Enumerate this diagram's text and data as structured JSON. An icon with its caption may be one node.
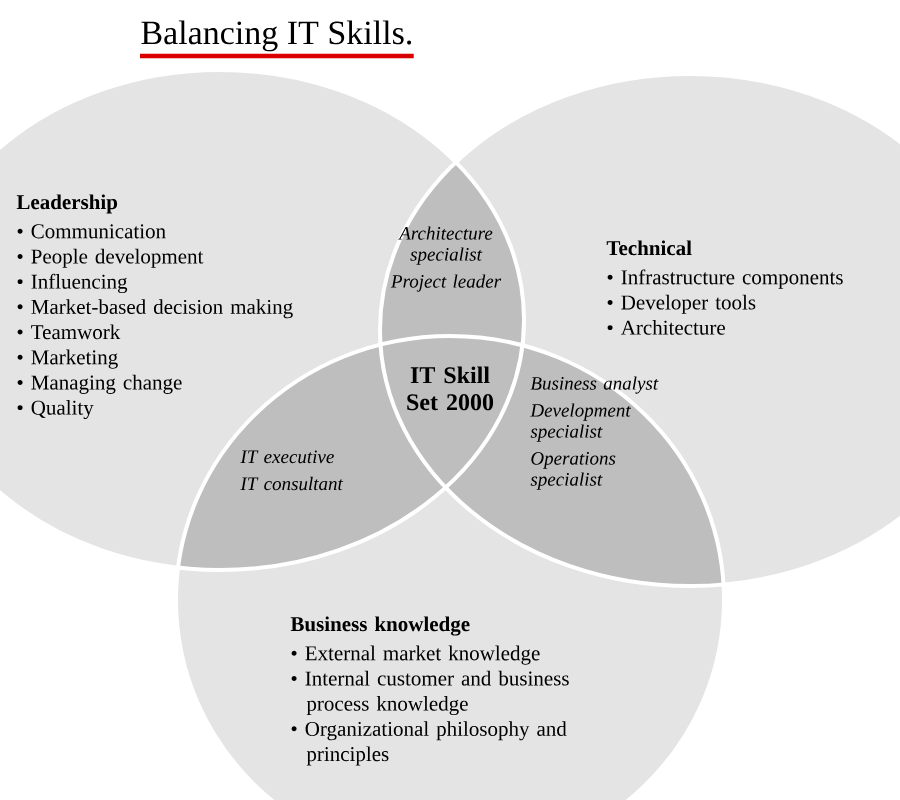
{
  "diagram": {
    "title": "Balancing IT Skills.",
    "nodes": [
      {
        "text": [
          "Leadership",
          "• Communication",
          "• People development",
          "• Influencing",
          "• Market-based decision making",
          "• Teamwork",
          "• Marketing",
          "• Managing change",
          "• Quality"
        ]
      },
      {
        "text": [
          "Technical",
          "• Infrastructure components",
          "• Developer tools",
          "• Architecture"
        ]
      },
      {
        "text": [
          "Business knowledge",
          "• External market knowledge",
          "• Internal customer and business process knowledge",
          "• Organizational philosophy and principles"
        ]
      },
      {
        "text": [
          "Architecture specialist",
          "Project leader"
        ]
      },
      {
        "text": [
          "IT executive",
          "IT consultant"
        ]
      },
      {
        "text": [
          "IT Skill Set 2000"
        ]
      },
      {
        "text": [
          "Business analyst",
          "Development specialist",
          "Operations specialist"
        ]
      }
    ],
    "edges": []
  }
}
